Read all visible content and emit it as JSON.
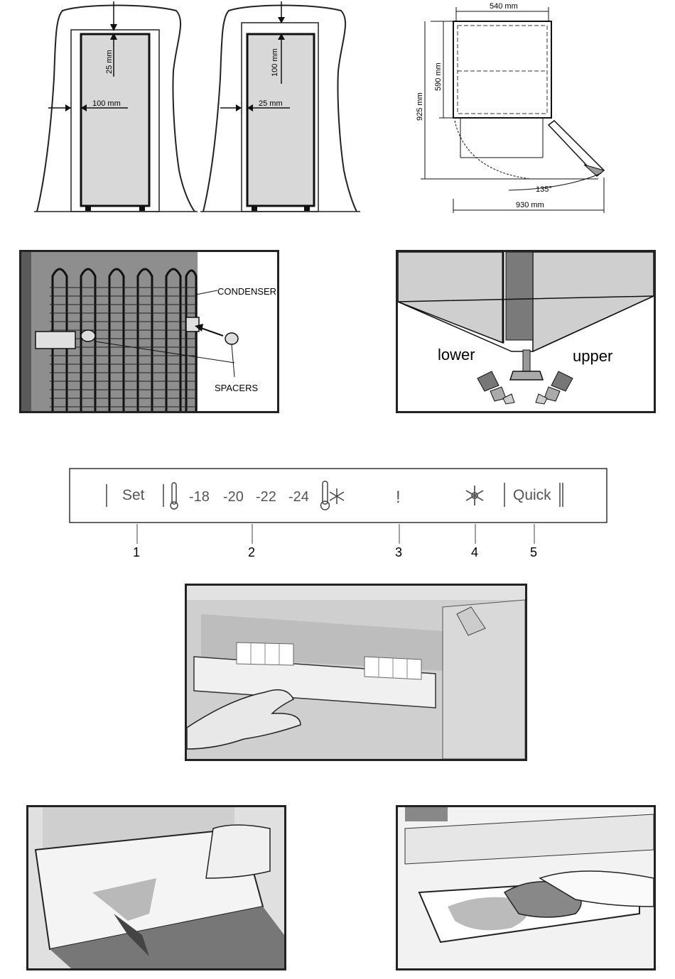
{
  "clearance": {
    "left": {
      "top_gap": "25 mm",
      "side_gap": "100 mm"
    },
    "right": {
      "top_gap": "100 mm",
      "side_gap": "25 mm"
    }
  },
  "dimensions": {
    "width": "540 mm",
    "depth": "590 mm",
    "depth_open": "925 mm",
    "door_angle": "135°",
    "total_width_open": "930 mm"
  },
  "condenser": {
    "condenser_label": "CONDENSER",
    "spacers_label": "SPACERS"
  },
  "feet": {
    "lower_label": "lower",
    "upper_label": "upper"
  },
  "panel": {
    "set_label": "Set",
    "temps": [
      "-18",
      "-20",
      "-22",
      "-24"
    ],
    "alarm_symbol": "!",
    "quick_label": "Quick",
    "callouts": [
      "1",
      "2",
      "3",
      "4",
      "5"
    ]
  }
}
